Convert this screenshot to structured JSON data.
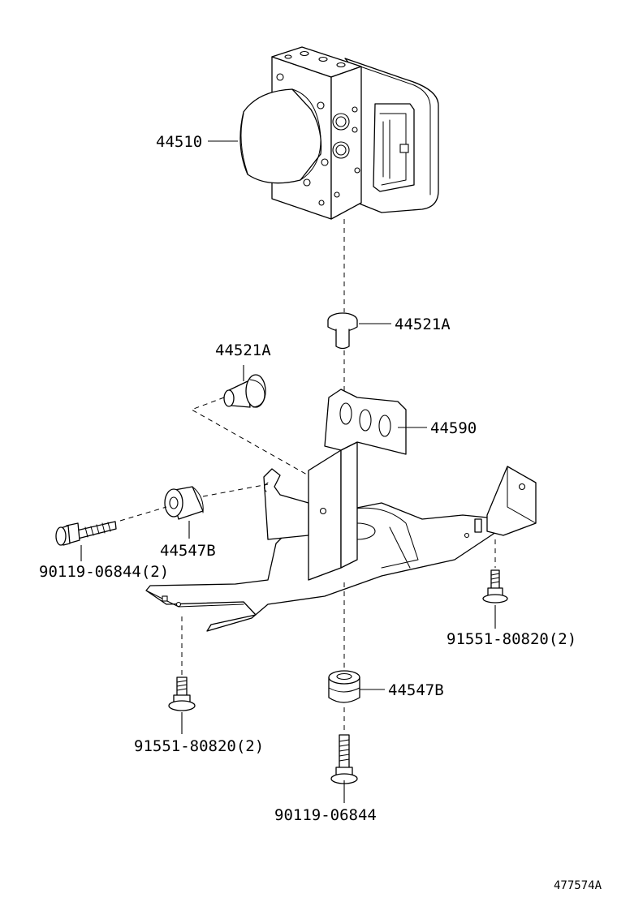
{
  "labels": {
    "p44510": "44510",
    "p44521a_top": "44521A",
    "p44521a_left": "44521A",
    "p44590": "44590",
    "p44547b_left": "44547B",
    "p44547b_bottom": "44547B",
    "p90119_left": "90119-06844(2)",
    "p90119_bottom": "90119-06844",
    "p91551_right": "91551-80820(2)",
    "p91551_left": "91551-80820(2)"
  },
  "reference_code": "477574A"
}
